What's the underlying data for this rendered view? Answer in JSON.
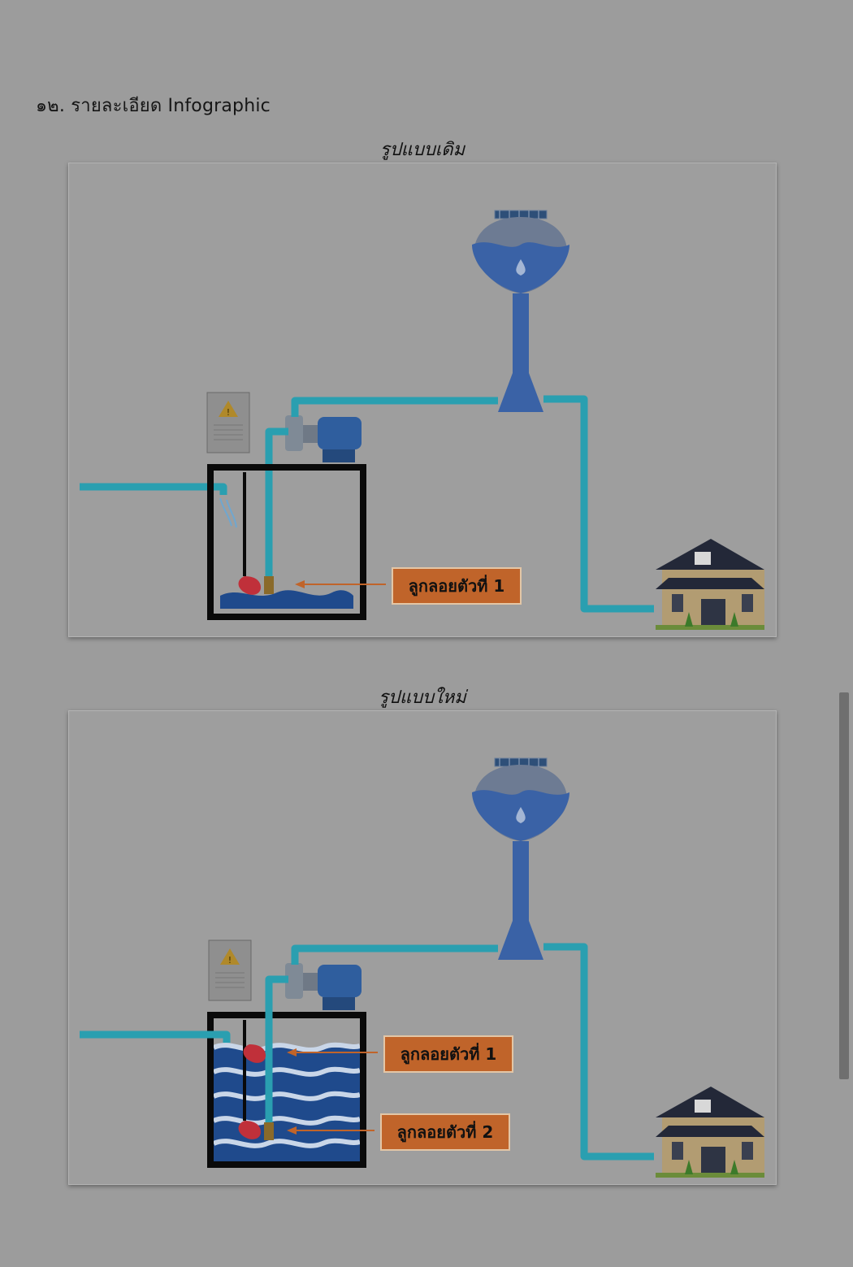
{
  "heading": "๑๒. รายละเอียด Infographic",
  "sections": [
    {
      "caption": "รูปแบบเดิม",
      "labels": [
        "ลูกลอยตัวที่ 1"
      ]
    },
    {
      "caption": "รูปแบบใหม่",
      "labels": [
        "ลูกลอยตัวที่ 1",
        "ลูกลอยตัวที่ 2"
      ]
    }
  ],
  "colors": {
    "pipe": "#2a9fb0",
    "tower": "#3a6aaa",
    "water": "#1f4a8c",
    "label_bg": "#c0642a",
    "float": "#c0303a"
  }
}
